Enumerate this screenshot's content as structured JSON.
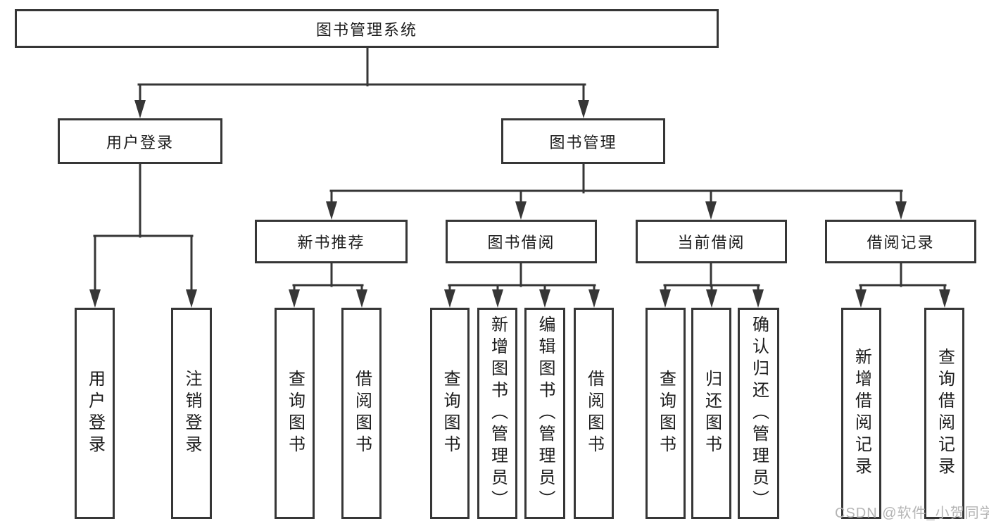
{
  "colors": {
    "line": "#363636",
    "box_border": "#363636",
    "text": "#1c1c1c",
    "watermark": "#b5b5b5",
    "background": "#ffffff"
  },
  "tree": {
    "root": {
      "label": "图书管理系统"
    },
    "login": {
      "label": "用户登录",
      "children": [
        {
          "label": "用户登录"
        },
        {
          "label": "注销登录"
        }
      ]
    },
    "manage": {
      "label": "图书管理",
      "sections": [
        {
          "label": "新书推荐",
          "children": [
            {
              "label": "查询图书"
            },
            {
              "label": "借阅图书"
            }
          ]
        },
        {
          "label": "图书借阅",
          "children": [
            {
              "label": "查询图书"
            },
            {
              "label": "新增图书（管理员）"
            },
            {
              "label": "编辑图书（管理员）"
            },
            {
              "label": "借阅图书"
            }
          ]
        },
        {
          "label": "当前借阅",
          "children": [
            {
              "label": "查询图书"
            },
            {
              "label": "归还图书"
            },
            {
              "label": "确认归还（管理员）"
            }
          ]
        },
        {
          "label": "借阅记录",
          "children": [
            {
              "label": "新增借阅记录"
            },
            {
              "label": "查询借阅记录"
            }
          ]
        }
      ]
    }
  },
  "watermark": {
    "text": "CSDN @软件_小贺同学"
  }
}
